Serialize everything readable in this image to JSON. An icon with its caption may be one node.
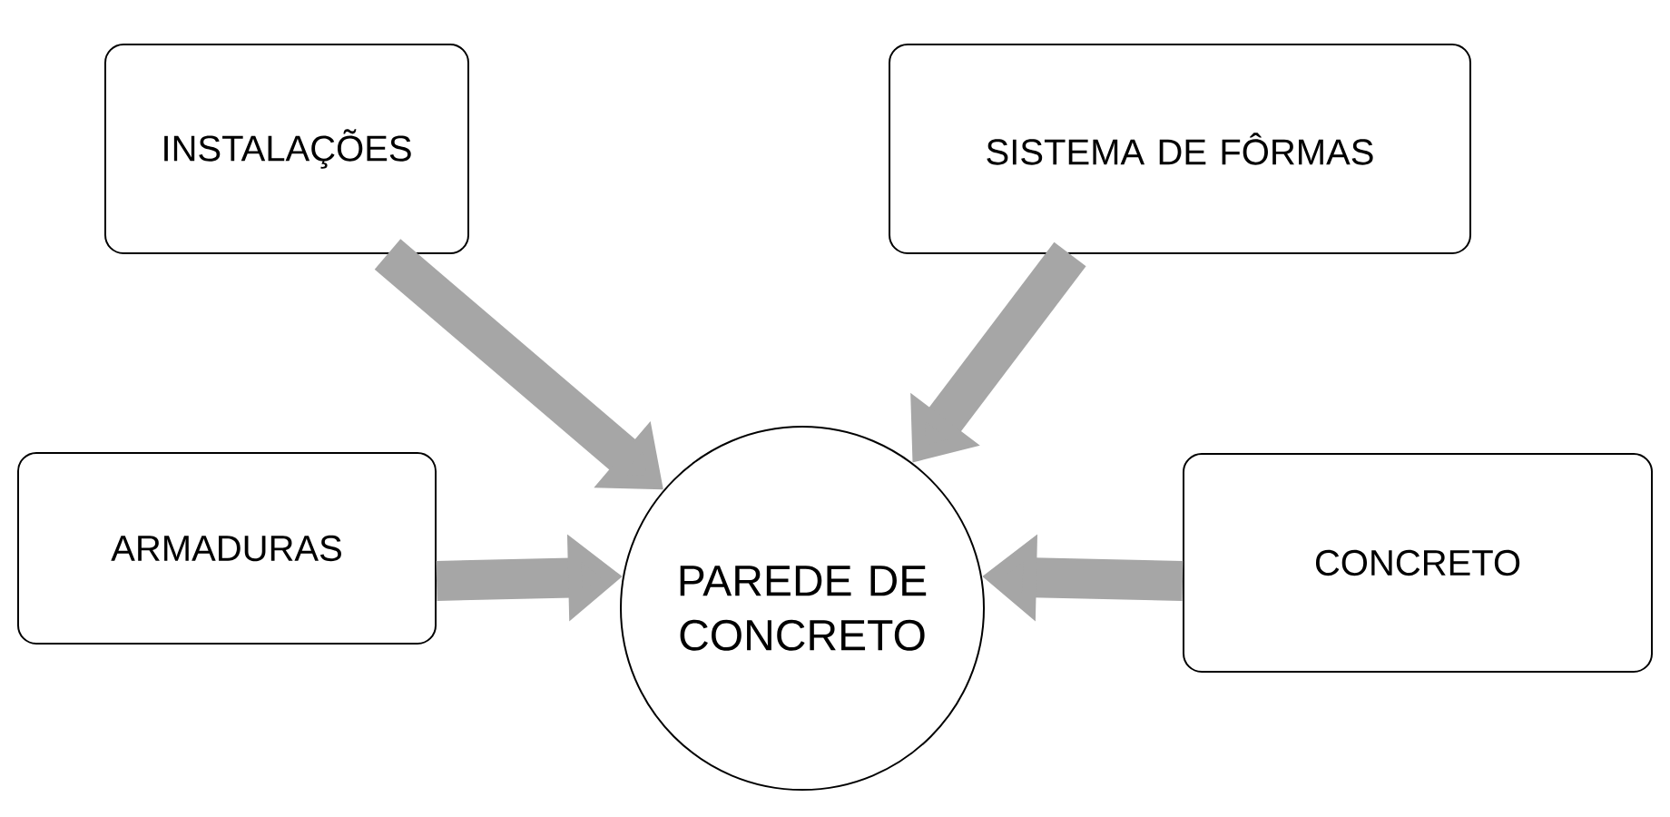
{
  "diagram": {
    "nodes": [
      {
        "text": [
          "INSTALAÇÕES"
        ]
      },
      {
        "text": [
          "SISTEMA DE FÔRMAS"
        ]
      },
      {
        "text": [
          "ARMADURAS"
        ]
      },
      {
        "text": [
          "CONCRETO"
        ]
      },
      {
        "text": [
          "PAREDE DE CONCRETO"
        ]
      }
    ],
    "edges": [
      {
        "from": 0,
        "to": 4,
        "arrow": "to"
      },
      {
        "from": 1,
        "to": 4,
        "arrow": "to"
      },
      {
        "from": 2,
        "to": 4,
        "arrow": "to"
      },
      {
        "from": 3,
        "to": 4,
        "arrow": "to"
      }
    ]
  }
}
